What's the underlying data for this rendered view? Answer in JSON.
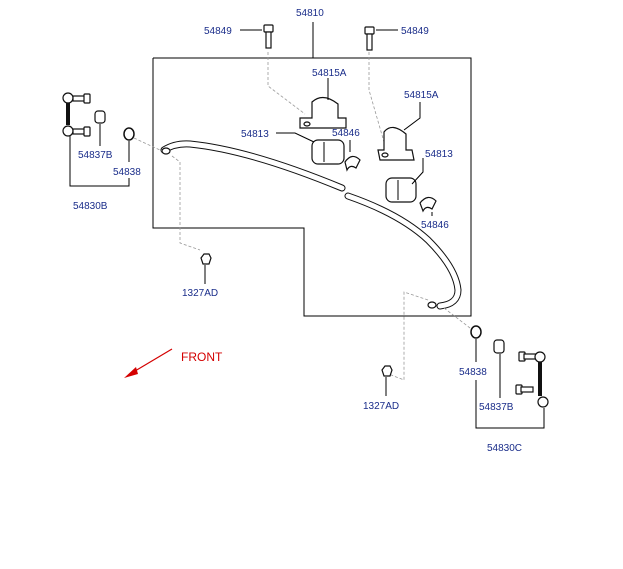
{
  "labels": {
    "top_assembly": "54810",
    "bolt_left": "54849",
    "bolt_right": "54849",
    "bracket_left": "54815A",
    "bracket_right": "54815A",
    "bushing_left": "54813",
    "bushing_right": "54813",
    "clip_left": "54846",
    "clip_right": "54846",
    "link_left_nut": "54837B",
    "link_left_ring": "54838",
    "link_left_assembly": "54830B",
    "nut_left": "1327AD",
    "nut_right": "1327AD",
    "link_right_ring": "54838",
    "link_right_nut": "54837B",
    "link_right_assembly": "54830C"
  },
  "direction": {
    "text": "FRONT",
    "color": "#d40000"
  },
  "colors": {
    "label": "#1a2d8a",
    "line": "#000000"
  }
}
